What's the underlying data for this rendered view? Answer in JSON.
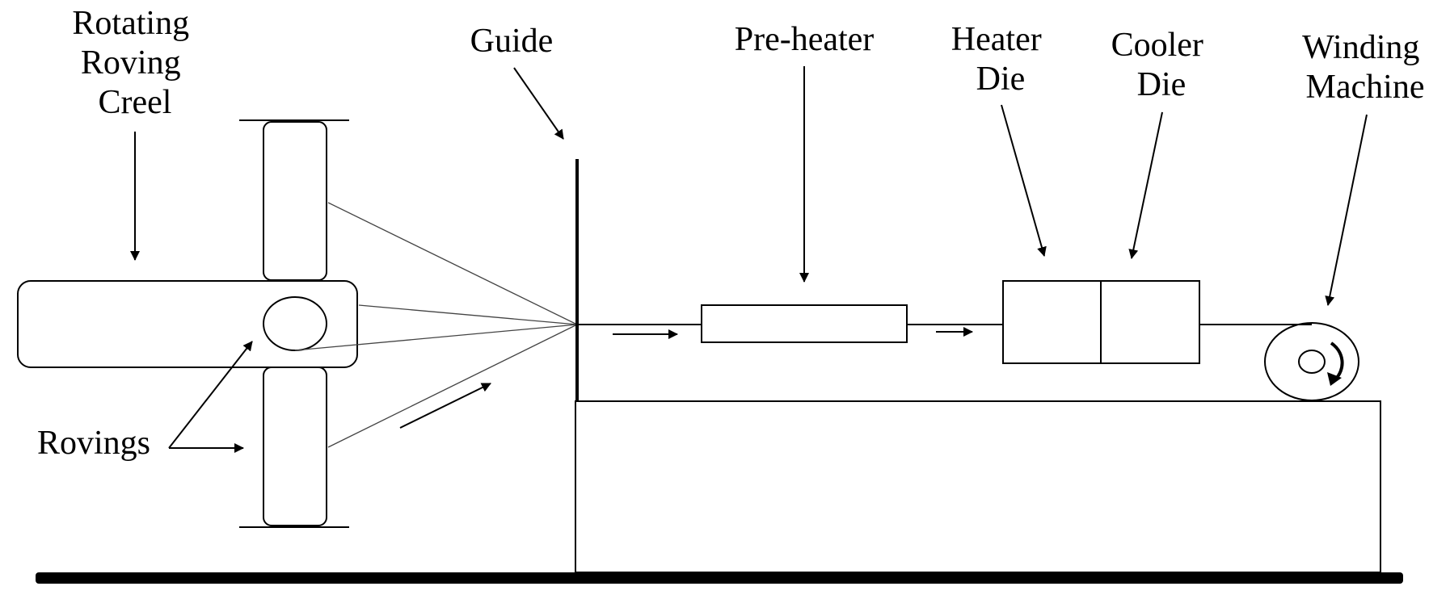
{
  "labels": {
    "creel": [
      "Rotating",
      "Roving",
      "Creel"
    ],
    "guide": [
      "Guide"
    ],
    "preheater": [
      "Pre-heater"
    ],
    "heater": [
      "Heater",
      "Die"
    ],
    "cooler": [
      "Cooler",
      "Die"
    ],
    "winder": [
      "Winding",
      "Machine"
    ],
    "rovings": [
      "Rovings"
    ]
  },
  "colors": {
    "line": "#000000",
    "background": "#ffffff"
  }
}
